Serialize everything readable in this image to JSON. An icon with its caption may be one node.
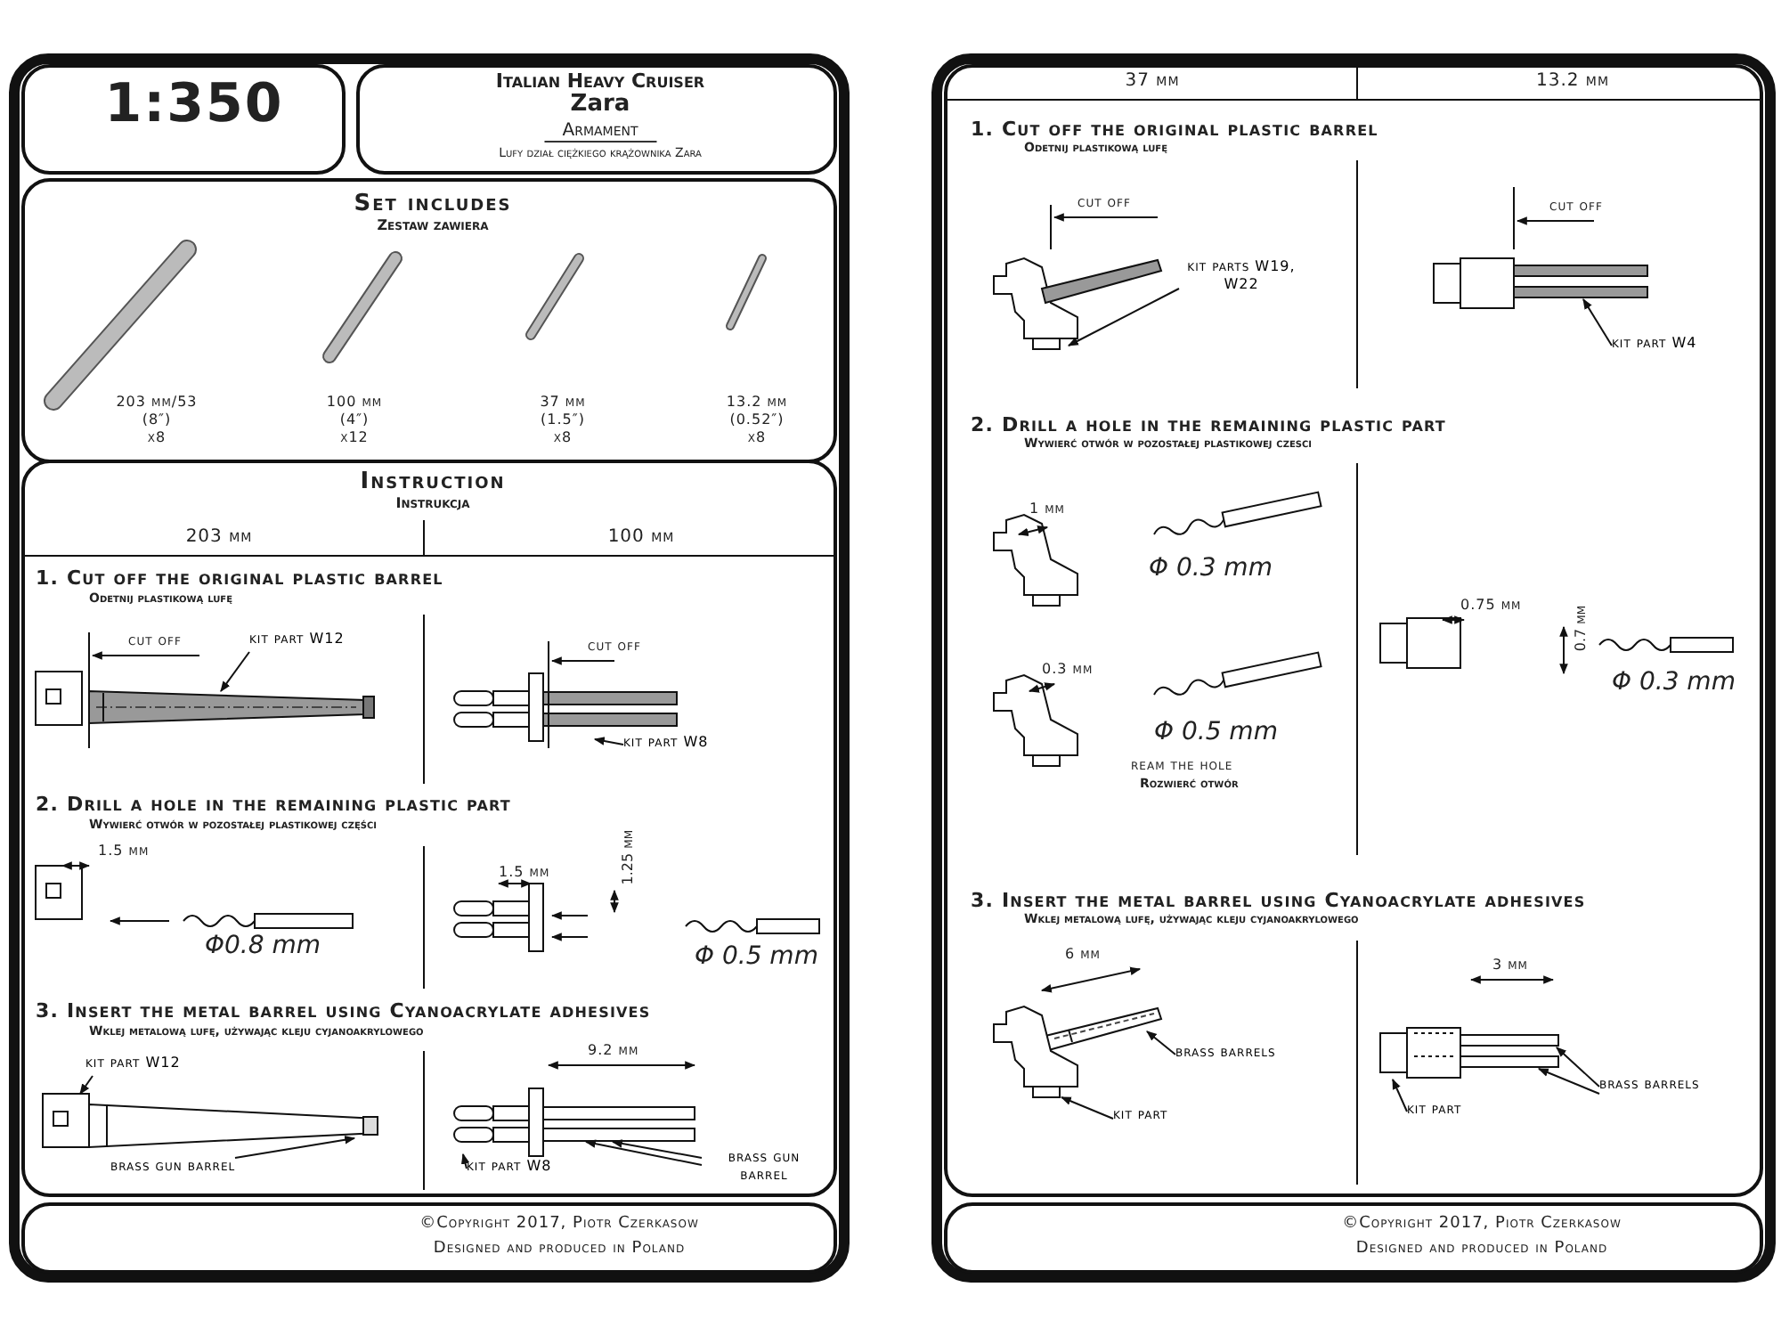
{
  "diagram": {
    "nodes": [
      {
        "text": [
          "1:350"
        ]
      },
      {
        "text": [
          "Italian Heavy Cruiser",
          "Zara",
          "Armament",
          "Lufy dział ciężkiego krążownika Zara"
        ]
      },
      {
        "text": [
          "Set includes",
          "Zestaw zawiera"
        ]
      },
      {
        "text": [
          "Instruction",
          "Instrukcja"
        ]
      },
      {
        "text": [],
        "shape": "box"
      },
      {
        "text": [
          "©Copyright 2017, Piotr Czerkasow",
          "Designed and produced in Poland"
        ]
      },
      {
        "text": [
          "©Copyright 2017, Piotr Czerkasow",
          "Designed and produced in Poland"
        ]
      },
      {
        "text": [
          "kit part W12"
        ],
        "in": 3
      },
      {
        "text": [
          "kit part W8"
        ],
        "in": 3
      },
      {
        "text": [
          "kit part W12"
        ],
        "in": 3
      },
      {
        "text": [
          "brass gun barrel"
        ],
        "in": 3
      },
      {
        "text": [
          "kit part W8"
        ],
        "in": 3
      },
      {
        "text": [
          "brass gun barrel"
        ],
        "in": 3
      },
      {
        "text": [
          "kit parts W19, W22"
        ],
        "in": 4
      },
      {
        "text": [
          "kit part W4"
        ],
        "in": 4
      },
      {
        "text": [
          "brass barrels"
        ],
        "in": 4
      },
      {
        "text": [
          "kit part"
        ],
        "in": 4
      },
      {
        "text": [
          "kit part"
        ],
        "in": 4
      },
      {
        "text": [
          "brass barrels"
        ],
        "in": 4
      },
      {
        "text": [],
        "shape": "picture",
        "in": 3
      },
      {
        "text": [],
        "shape": "picture",
        "in": 3
      },
      {
        "text": [],
        "shape": "picture",
        "in": 3
      },
      {
        "text": [],
        "shape": "picture",
        "in": 3
      },
      {
        "text": [],
        "shape": "picture",
        "in": 3
      },
      {
        "text": [],
        "shape": "picture",
        "in": 3
      },
      {
        "text": [],
        "shape": "picture",
        "in": 4
      },
      {
        "text": [],
        "shape": "picture",
        "in": 4
      },
      {
        "text": [],
        "shape": "picture",
        "in": 4
      },
      {
        "text": [],
        "shape": "picture",
        "in": 4
      },
      {
        "text": [],
        "shape": "picture",
        "in": 4
      },
      {
        "text": [],
        "shape": "picture",
        "in": 4
      }
    ],
    "edges": [
      {
        "from": 7,
        "to": 19,
        "arrow": "to"
      },
      {
        "from": 8,
        "to": 20,
        "arrow": "to"
      },
      {
        "from": 9,
        "to": 21,
        "arrow": "to"
      },
      {
        "from": 10,
        "to": 22,
        "arrow": "to"
      },
      {
        "from": 11,
        "to": 23,
        "arrow": "to"
      },
      {
        "from": 12,
        "to": 24,
        "arrow": "to"
      },
      {
        "from": 12,
        "to": 24,
        "arrow": "to"
      },
      {
        "from": 13,
        "to": 25,
        "arrow": "to"
      },
      {
        "from": 14,
        "to": 26,
        "arrow": "to"
      },
      {
        "from": 15,
        "to": 27,
        "arrow": "to"
      },
      {
        "from": 16,
        "to": 28,
        "arrow": "to"
      },
      {
        "from": 17,
        "to": 29,
        "arrow": "to"
      },
      {
        "from": 18,
        "to": 30,
        "arrow": "to"
      },
      {
        "from": 18,
        "to": 30,
        "arrow": "to"
      }
    ],
    "labels": [
      "203 mm/53",
      "(8″)",
      "x8",
      "100 mm",
      "(4″)",
      "x12",
      "37 mm",
      "(1.5″)",
      "x8",
      "13.2 mm",
      "(0.52″)",
      "x8",
      "203 mm",
      "100 mm",
      "1. Cut off the original plastic barrel",
      "Odetnij plastikową lufę",
      "cut off",
      "cut off",
      "2. Drill a hole in the remaining plastic part",
      "Wywierć otwór w pozostałej plastikowej części",
      "1.5 mm",
      "Φ0.8 mm",
      "1.5 mm",
      "1.25 mm",
      "Φ 0.5 mm",
      "3. Insert the metal barrel using Cyanoacrylate adhesives",
      "Wklej metalową lufę, używając kleju cyjanoakrylowego",
      "9.2 mm",
      "37 mm",
      "13.2 mm",
      "1. Cut off the original plastic barrel",
      "Odetnij plastikową lufę",
      "cut off",
      "cut off",
      "2. Drill a hole in the remaining plastic part",
      "Wywierć otwór w pozostałej plastikowej czesci",
      "1 mm",
      "Φ 0.3 mm",
      "0.3 mm",
      "Φ 0.5 mm",
      "ream the hole",
      "Rozwierć otwór",
      "0.75 mm",
      "0.7 mm",
      "Φ 0.3 mm",
      "3. Insert the metal barrel using Cyanoacrylate adhesives",
      "Wklej metalową lufę, używając kleju cyjanoakrylowego",
      "6 mm",
      "3 mm"
    ]
  }
}
